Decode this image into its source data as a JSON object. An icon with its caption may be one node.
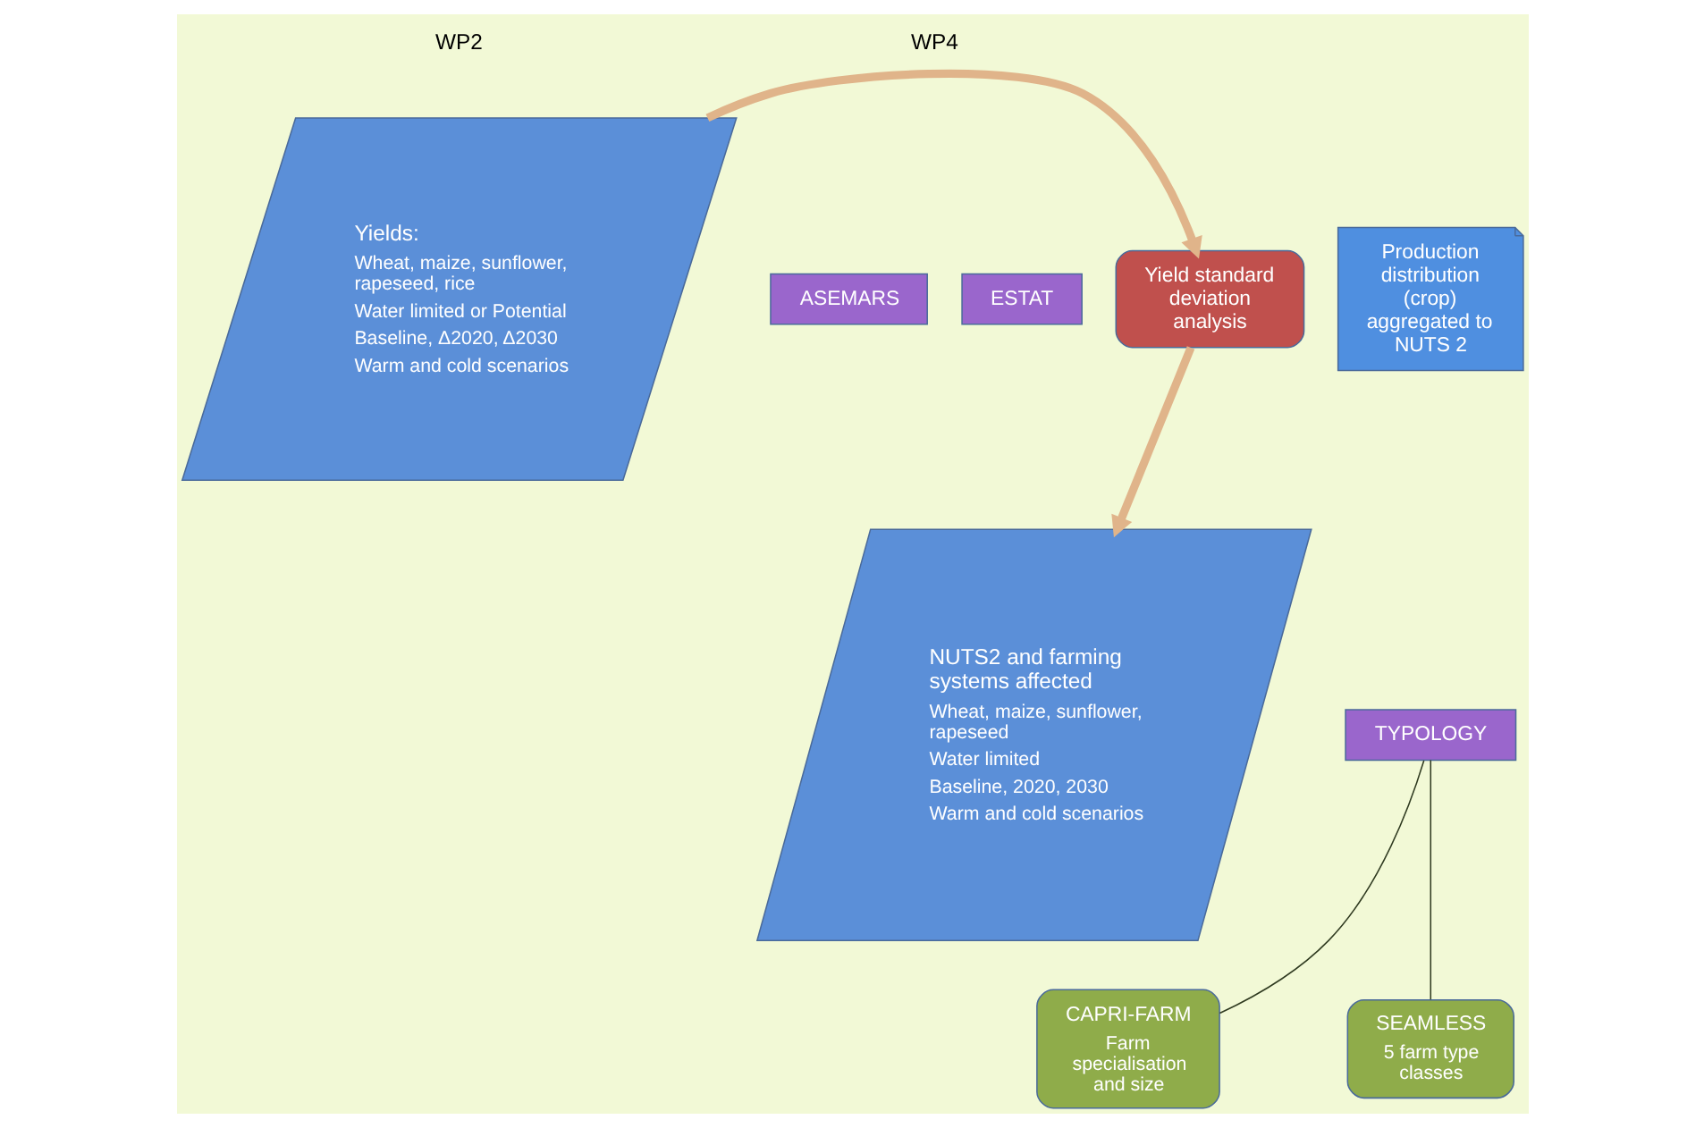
{
  "diagram": {
    "nodes": [
      {
        "text": [
          "Yields:",
          "Wheat, maize, sunflower, rapeseed, rice",
          "Water limited or Potential",
          "Baseline, Δ2020, Δ2030",
          "Warm and cold scenarios"
        ],
        "beside": [
          "WP2"
        ]
      },
      {
        "text": [
          "ASEMARS"
        ]
      },
      {
        "text": [
          "ESTAT"
        ]
      },
      {
        "text": [
          "Production distribution (crop) aggregated to NUTS 2"
        ]
      },
      {
        "text": [
          "Yield standard deviation analysis"
        ]
      },
      {
        "text": [
          "TYPOLOGY"
        ]
      },
      {
        "text": [
          "NUTS2 and farming systems affected",
          "Wheat, maize, sunflower, rapeseed",
          "Water limited",
          "Baseline, 2020, 2030",
          "Warm and cold scenarios"
        ]
      },
      {
        "text": [
          "CAPRI-FARM",
          "Farm specialisation and size"
        ]
      },
      {
        "text": [
          "SEAMLESS",
          "5 farm type classes"
        ]
      }
    ],
    "edges": [
      {
        "from": 0,
        "to": 4,
        "arrow": "to",
        "style": "thick",
        "color": "#e0b48a"
      },
      {
        "from": 4,
        "to": 6,
        "arrow": "to",
        "style": "thick",
        "color": "#e0b48a"
      },
      {
        "from": 5,
        "to": 7,
        "arrow": "none",
        "color": "#2f3a20"
      },
      {
        "from": 5,
        "to": 8,
        "arrow": "none",
        "color": "#2f3a20"
      }
    ],
    "labels": [
      "WP4"
    ]
  }
}
